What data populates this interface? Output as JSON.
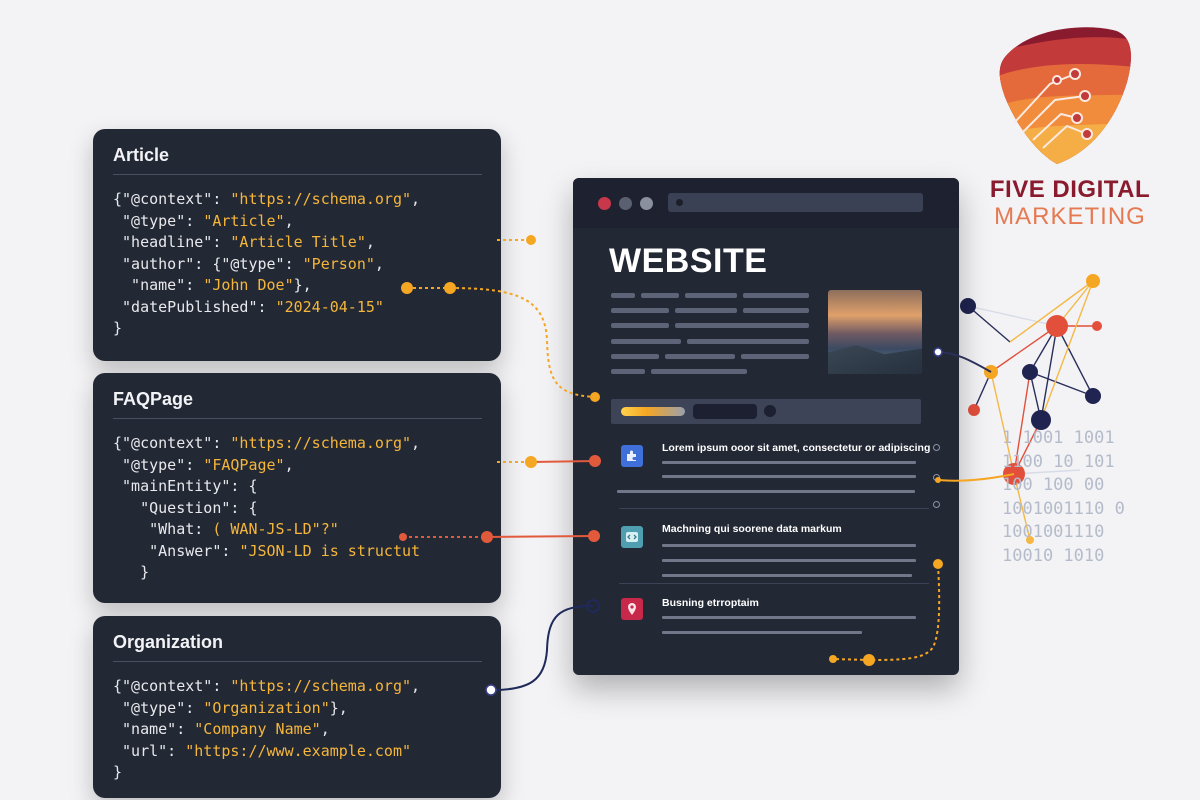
{
  "cards": [
    {
      "id": "article",
      "title": "Article",
      "lines": [
        [
          {
            "t": "k",
            "s": "{\"@context\": "
          },
          {
            "t": "v",
            "s": "\"https://schema.org\""
          },
          {
            "t": "k",
            "s": ","
          }
        ],
        [
          {
            "t": "k",
            "s": " \"@type\": "
          },
          {
            "t": "v",
            "s": "\"Article\""
          },
          {
            "t": "k",
            "s": ","
          }
        ],
        [
          {
            "t": "k",
            "s": " \"headline\": "
          },
          {
            "t": "v",
            "s": "\"Article Title\""
          },
          {
            "t": "k",
            "s": ","
          }
        ],
        [
          {
            "t": "k",
            "s": " \"author\": {\"@type\": "
          },
          {
            "t": "v",
            "s": "\"Person\""
          },
          {
            "t": "k",
            "s": ","
          }
        ],
        [
          {
            "t": "k",
            "s": "  \"name\": "
          },
          {
            "t": "v",
            "s": "\"John Doe\""
          },
          {
            "t": "k",
            "s": "},"
          }
        ],
        [
          {
            "t": "k",
            "s": " \"datePublished\": "
          },
          {
            "t": "v",
            "s": "\"2024-04-15\""
          }
        ],
        [
          {
            "t": "k",
            "s": "}"
          }
        ]
      ]
    },
    {
      "id": "faqpage",
      "title": "FAQPage",
      "lines": [
        [
          {
            "t": "k",
            "s": "{\"@context\": "
          },
          {
            "t": "v",
            "s": "\"https://schema.org\""
          },
          {
            "t": "k",
            "s": ","
          }
        ],
        [
          {
            "t": "k",
            "s": " \"@type\": "
          },
          {
            "t": "v",
            "s": "\"FAQPage\""
          },
          {
            "t": "k",
            "s": ","
          }
        ],
        [
          {
            "t": "k",
            "s": " \"mainEntity\": {"
          }
        ],
        [
          {
            "t": "k",
            "s": "   \"Question\": {"
          }
        ],
        [
          {
            "t": "k",
            "s": "    \"What: "
          },
          {
            "t": "v",
            "s": "( WAN-JS-LD\"?\""
          }
        ],
        [
          {
            "t": "k",
            "s": "    \"Answer\": "
          },
          {
            "t": "v",
            "s": "\"JSON-LD is structut"
          }
        ],
        [
          {
            "t": "k",
            "s": "   }"
          }
        ]
      ]
    },
    {
      "id": "organization",
      "title": "Organization",
      "lines": [
        [
          {
            "t": "k",
            "s": "{\"@context\": "
          },
          {
            "t": "v",
            "s": "\"https://schema.org\""
          },
          {
            "t": "k",
            "s": ","
          }
        ],
        [
          {
            "t": "k",
            "s": " \"@type\": "
          },
          {
            "t": "v",
            "s": "\"Organization\""
          },
          {
            "t": "k",
            "s": "},"
          }
        ],
        [
          {
            "t": "k",
            "s": " \"name\": "
          },
          {
            "t": "v",
            "s": "\"Company Name\""
          },
          {
            "t": "k",
            "s": ","
          }
        ],
        [
          {
            "t": "k",
            "s": " \"url\": "
          },
          {
            "t": "v",
            "s": "\"https://www.example.com\""
          }
        ],
        [
          {
            "t": "k",
            "s": "}"
          }
        ]
      ]
    }
  ],
  "website": {
    "title": "WEBSITE",
    "items": [
      {
        "title": "Lorem ipsum ooor sit amet, consectetur or adipiscing",
        "icon": "puzzle-icon",
        "icon_color": "#3f6fd8"
      },
      {
        "title": "Machning qui soorene data markum",
        "icon": "code-icon",
        "icon_color": "#4f9fb0"
      },
      {
        "title": "Busning etrroptaim",
        "icon": "pin-icon",
        "icon_color": "#c8284a"
      }
    ]
  },
  "brand": {
    "line1": "FIVE DIGITAL",
    "line2": "MARKETING"
  },
  "binary": [
    "1 1001 1001",
    "1100 10 101",
    "100 100 00",
    "1001001110 0",
    "1001001110",
    "10010 1010"
  ],
  "colors": {
    "card_bg": "#232835",
    "key_text": "#e8e9ec",
    "value_text": "#f5b63a",
    "connector_orange": "#f5a623",
    "connector_red": "#e25a3c",
    "connector_navy": "#1f2a5a",
    "brand_dark": "#8a1a2e",
    "brand_light": "#e57a52"
  }
}
